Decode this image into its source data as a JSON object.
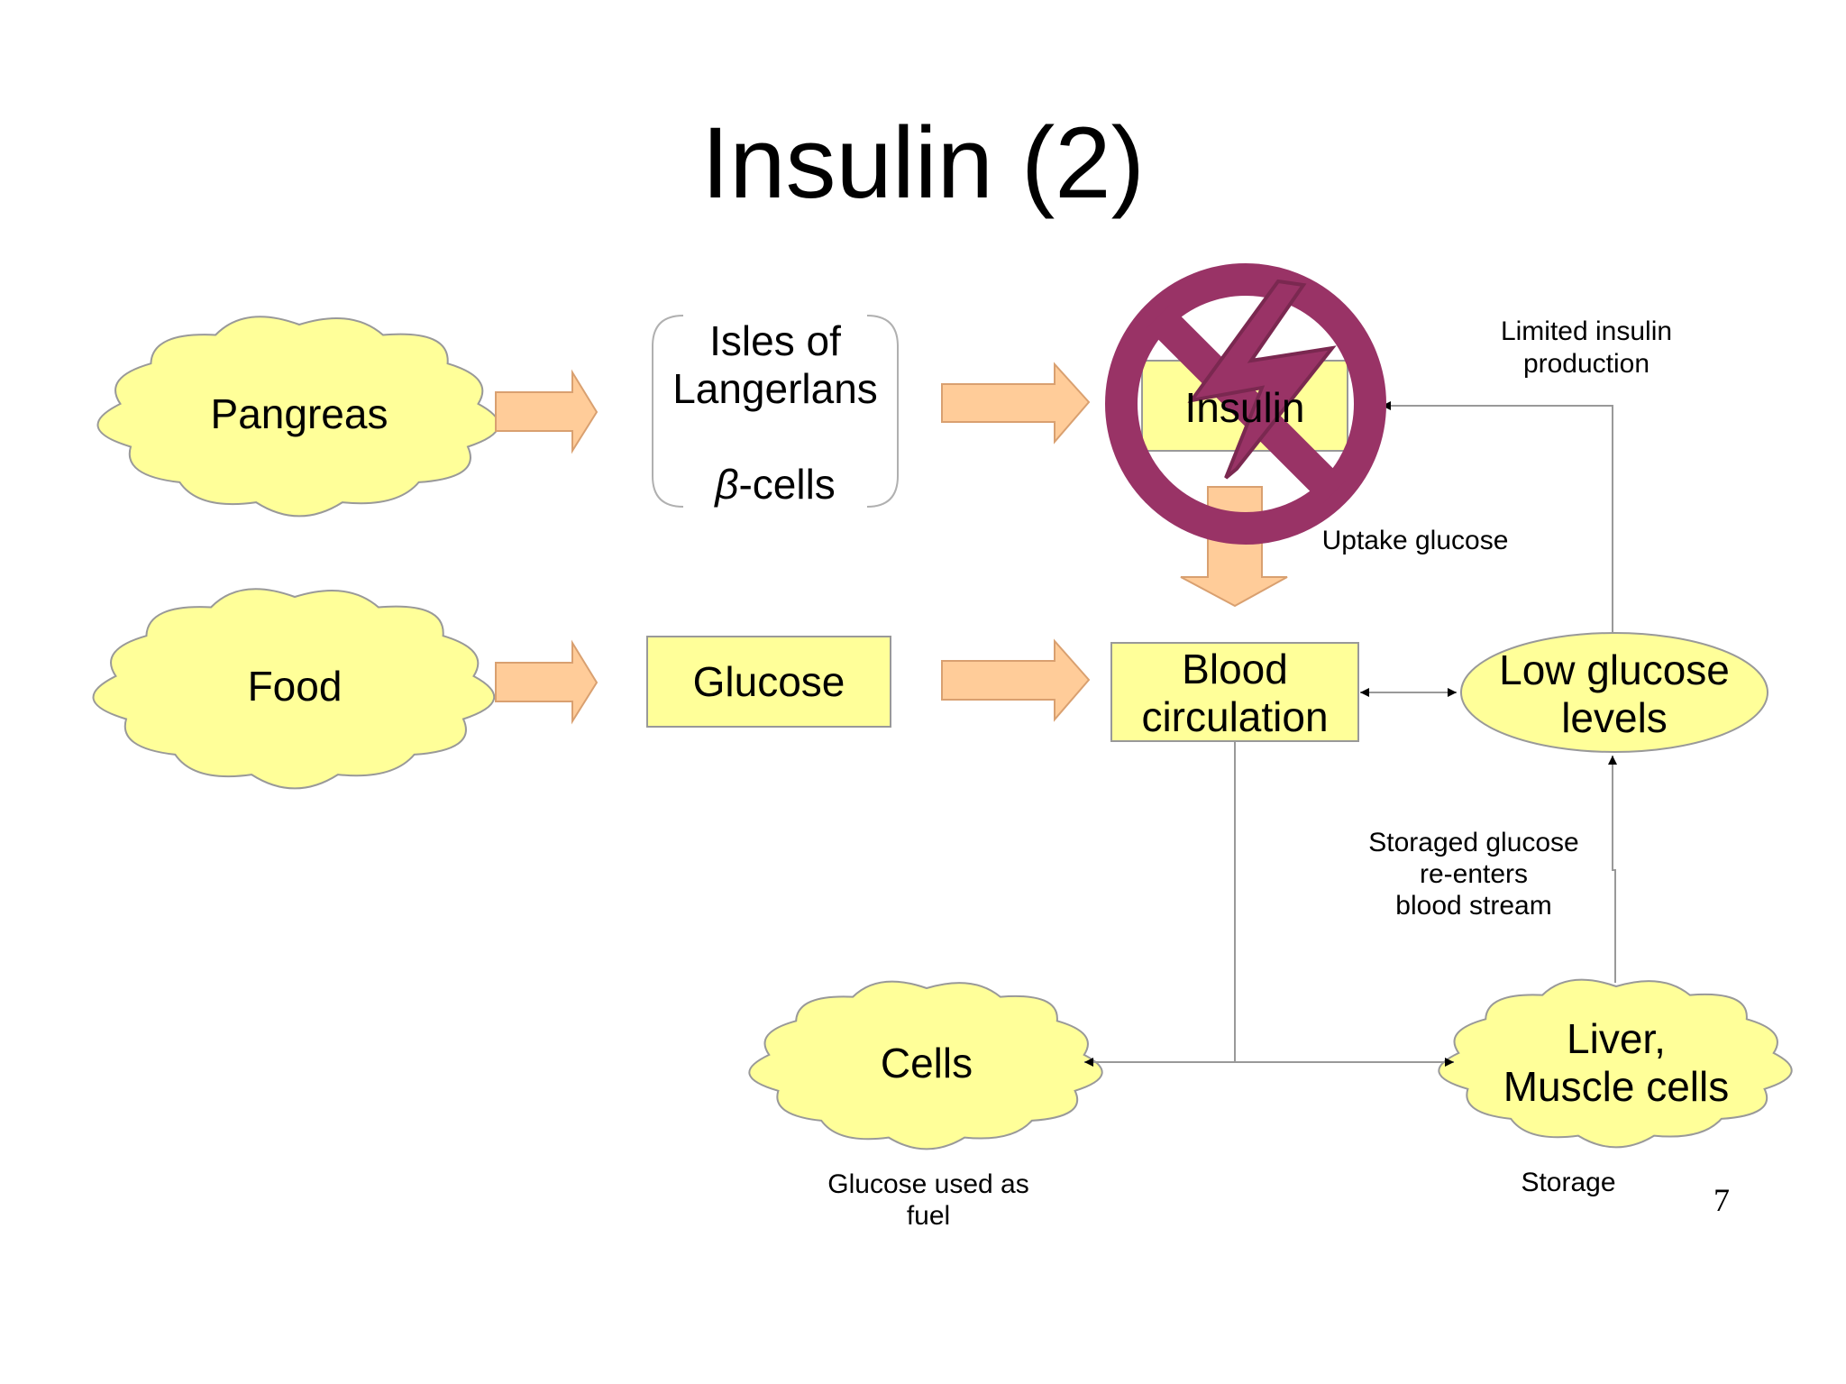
{
  "title": "Insulin (2)",
  "page_number": "7",
  "nodes": {
    "pancreas": "Pangreas",
    "islets_line1": "Isles of",
    "islets_line2": "Langerlans",
    "beta_symbol": "β",
    "beta_rest": "-cells",
    "insulin": "Insulin",
    "food": "Food",
    "glucose": "Glucose",
    "blood_line1": "Blood",
    "blood_line2": "circulation",
    "low_line1": "Low glucose",
    "low_line2": "levels",
    "cells": "Cells",
    "liver_line1": "Liver,",
    "liver_line2": "Muscle cells"
  },
  "annotations": {
    "limited_line1": "Limited insulin",
    "limited_line2": "production",
    "uptake": "Uptake glucose",
    "storaged_line1": "Storaged glucose",
    "storaged_line2": "re-enters",
    "storaged_line3": "blood stream",
    "fuel_line1": "Glucose used as",
    "fuel_line2": "fuel",
    "storage": "Storage"
  },
  "colors": {
    "node_fill": "#ffff99",
    "node_stroke": "#999999",
    "block_arrow_fill": "#ffcc99",
    "block_arrow_stroke": "#d9a070",
    "prohibition": "#993366",
    "connector": "#999999",
    "arrowhead": "#000000"
  }
}
